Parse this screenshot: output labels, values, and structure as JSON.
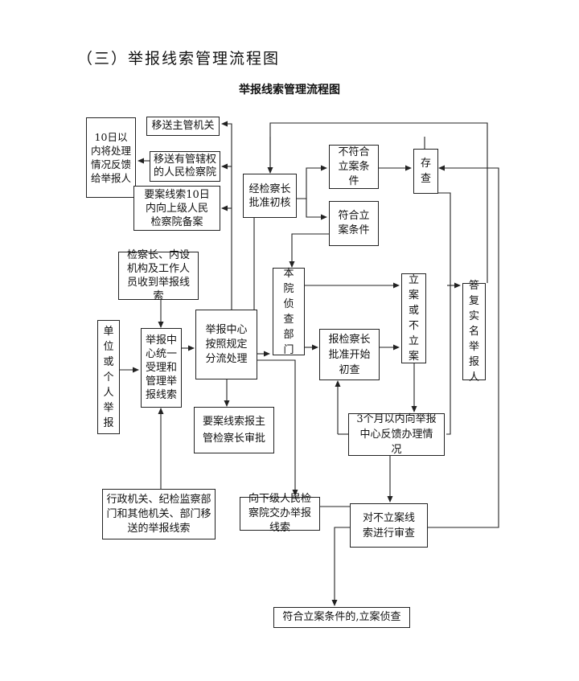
{
  "heading": "（三）举报线索管理流程图",
  "diagram_title": "举报线索管理流程图",
  "boxes": {
    "feedback_10d": "10日以内将处理情况反馈给举报人",
    "transfer_main": "移送主管机关",
    "transfer_proc": "移送有管辖权的人民检察院",
    "report_up": "要案线索10日内向上级人民检察院备案",
    "chief_review": "经检察长批准初核",
    "not_meet": "不符合立案条件",
    "meet": "符合立案条件",
    "archive": "存查",
    "internal_receive": "检察长、内设机构及工作人员收到举报线索",
    "unit_person": "单位或个人举报",
    "center_unified": "举报中心统一受理和管理举报线索",
    "center_dispatch": "举报中心按照规定分流处理",
    "investigation": "本院侦查部门",
    "case_decision": "立案或不立案",
    "reply_named": "答复实名举报人",
    "chief_approve": "报检察长批准开始初查",
    "major_report": "要案线索报主管检察长审批",
    "feedback_3m": "3个月以内向举报中心反馈办理情况",
    "other_orgs": "行政机关、纪检监察部门和其他机关、部门移送的举报线索",
    "lower_proc": "向下级人民检察院交办举报线索",
    "review_nocase": "对不立案线索进行审查",
    "file_case": "符合立案条件的,立案侦查"
  }
}
